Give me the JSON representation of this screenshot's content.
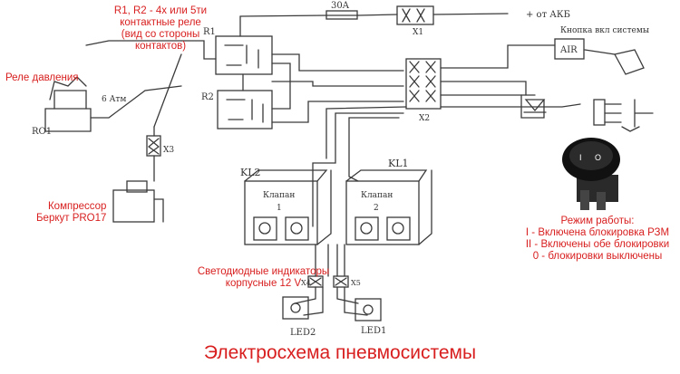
{
  "title": "Электросхема пневмосистемы",
  "annotations": {
    "relays": [
      "R1, R2 - 4х или 5ти",
      "контактные реле",
      "(вид со стороны",
      "контактов)"
    ],
    "pressure_relay": "Реле давления",
    "compressor": [
      "Компрессор",
      "Беркут PRO17"
    ],
    "led_indicators": [
      "Светодиодные индикаторы",
      "корпусные 12 V"
    ],
    "mode": [
      "Режим работы:",
      "I - Включена блокировка РЗМ",
      "II - Включены обе блокировки",
      "0 - блокировки выключены"
    ]
  },
  "handwritten": {
    "fuse": "30A",
    "from_akb": "+ от АКБ",
    "button_label": "Кнопка вкл системы",
    "air": "AIR",
    "r1": "R1",
    "r2": "R2",
    "ro1": "RO1",
    "atm": "6 Атм",
    "x1": "X1",
    "x2": "X2",
    "x3": "X3",
    "x4": "X4",
    "x5": "X5",
    "kl2": "KL2",
    "kl1": "KL1",
    "valve1": "Клапан",
    "valve1_num": "1",
    "valve2": "Клапан",
    "valve2_num": "2",
    "led2": "LED2",
    "led1": "LED1",
    "switch_i": "I",
    "switch_o": "O"
  },
  "colors": {
    "annotation": "#d81e1e",
    "pencil": "#3a3a3a",
    "switch": "#1c1c1c"
  }
}
